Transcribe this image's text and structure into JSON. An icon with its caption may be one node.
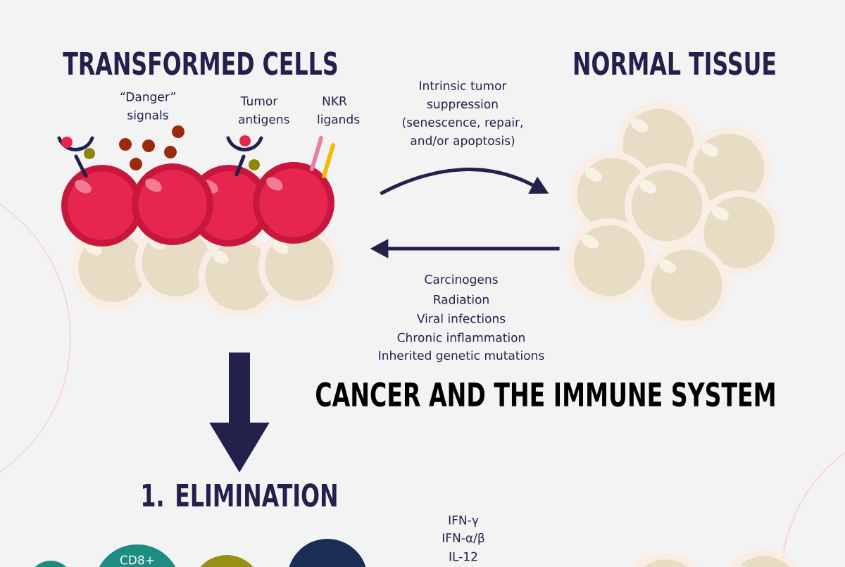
{
  "diagram": {
    "title": "CANCER AND THE IMMUNE SYSTEM",
    "nodes": [
      {
        "text": [
          "TRANSFORMED CELLS"
        ]
      },
      {
        "text": [
          "NORMAL TISSUE"
        ]
      },
      {
        "text": [
          "1. ELIMINATION"
        ]
      },
      {
        "text": [],
        "shape": "circle"
      },
      {
        "text": [
          "CD8+"
        ]
      },
      {
        "text": [],
        "shape": "circle"
      },
      {
        "text": [],
        "shape": "circle"
      }
    ],
    "edges": [
      {
        "from": 0,
        "to": 1,
        "arrow": "to",
        "label": "Intrinsic tumor suppression (senescence, repair, and/or apoptosis)"
      },
      {
        "from": 1,
        "to": 0,
        "arrow": "to"
      },
      {
        "from": 0,
        "to": 2,
        "arrow": "to",
        "style": "thick"
      }
    ],
    "labels": [
      "“Danger” signals",
      "Tumor antigens",
      "NKR ligands",
      "Carcinogens",
      "Radiation",
      "Viral infections",
      "Chronic inflammation",
      "Inherited genetic mutations",
      "IFN-γ",
      "IFN-α/β",
      "IL-12"
    ]
  }
}
